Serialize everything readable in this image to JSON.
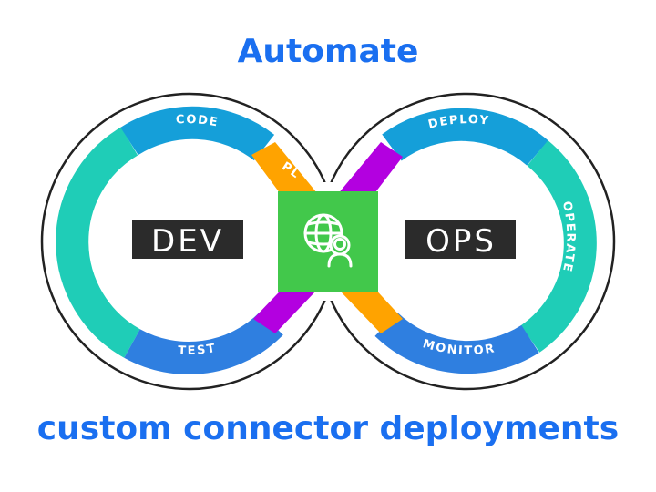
{
  "header": {
    "title": "Automate"
  },
  "footer": {
    "subtitle": "custom connector deployments"
  },
  "infinity": {
    "left_label": "DEV",
    "right_label": "OPS",
    "stages": {
      "code": "CODE",
      "plan": "PL",
      "test": "TEST",
      "deploy": "DEPLOY",
      "operate": "OPERATE",
      "monitor": "MONITOR"
    },
    "center_icon": "globe-user-icon"
  },
  "colors": {
    "headline": "#1a6ff0",
    "outline": "#222222",
    "teal": "#1fcdb7",
    "blue": "#2f7fe0",
    "cyan_blue": "#159fd9",
    "orange": "#ffa300",
    "purple": "#b300e0",
    "center_green": "#42c84b",
    "label_bg": "#2b2b2b"
  }
}
